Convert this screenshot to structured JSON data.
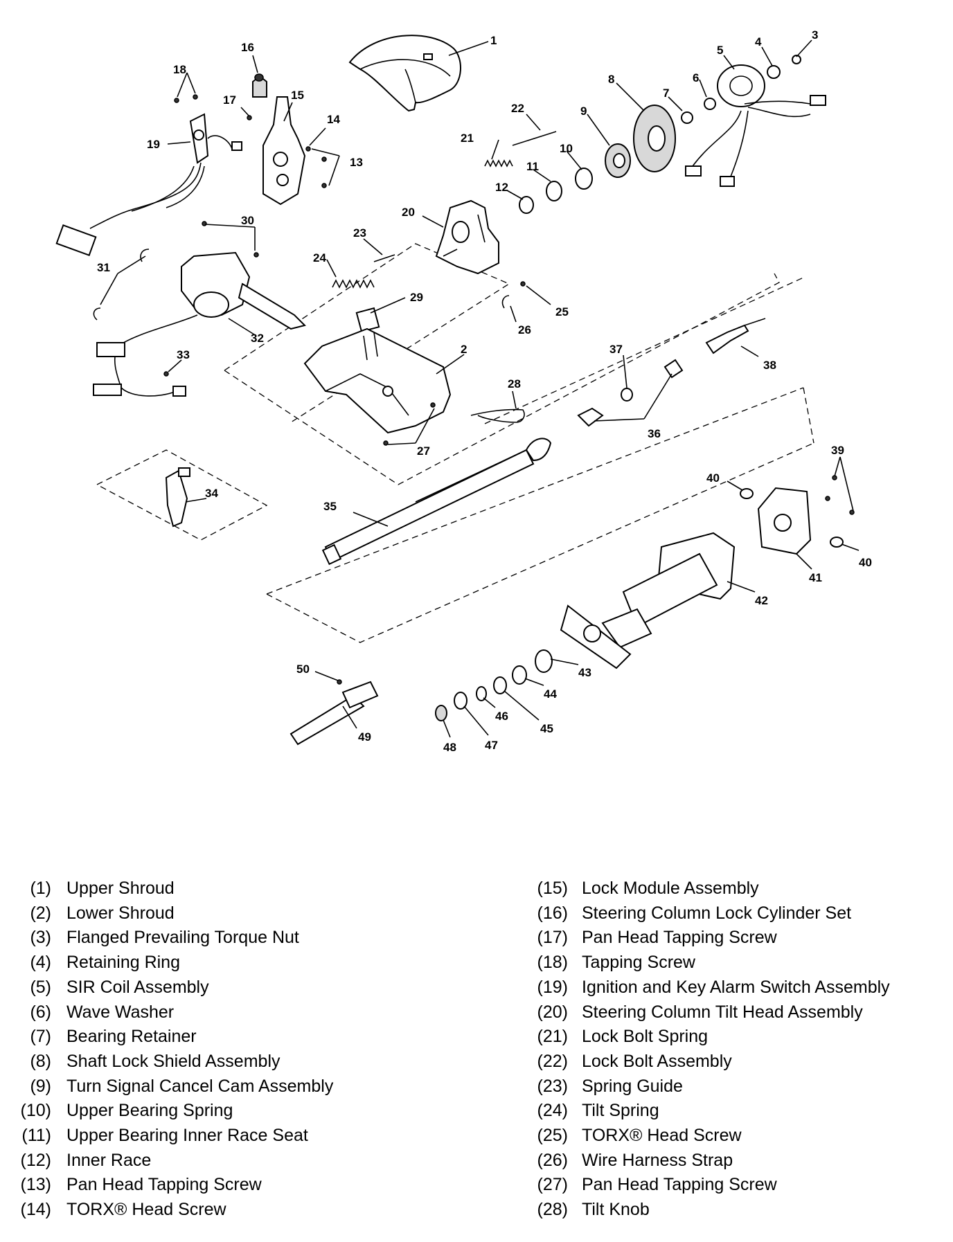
{
  "callouts": [
    "1",
    "2",
    "3",
    "4",
    "5",
    "6",
    "7",
    "8",
    "9",
    "10",
    "11",
    "12",
    "13",
    "14",
    "15",
    "16",
    "17",
    "18",
    "19",
    "20",
    "21",
    "22",
    "23",
    "24",
    "25",
    "26",
    "27",
    "28",
    "29",
    "30",
    "31",
    "32",
    "33",
    "34",
    "35",
    "36",
    "37",
    "38",
    "39",
    "40",
    "40",
    "41",
    "42",
    "43",
    "44",
    "45",
    "46",
    "47",
    "48",
    "49",
    "50"
  ],
  "legend_left": [
    {
      "num": "(1)",
      "label": "Upper Shroud"
    },
    {
      "num": "(2)",
      "label": "Lower Shroud"
    },
    {
      "num": "(3)",
      "label": "Flanged Prevailing Torque Nut"
    },
    {
      "num": "(4)",
      "label": "Retaining Ring"
    },
    {
      "num": "(5)",
      "label": "SIR Coil Assembly"
    },
    {
      "num": "(6)",
      "label": "Wave Washer"
    },
    {
      "num": "(7)",
      "label": "Bearing Retainer"
    },
    {
      "num": "(8)",
      "label": "Shaft Lock Shield Assembly"
    },
    {
      "num": "(9)",
      "label": "Turn Signal Cancel Cam Assembly"
    },
    {
      "num": "(10)",
      "label": "Upper Bearing Spring"
    },
    {
      "num": "(11)",
      "label": "Upper Bearing Inner Race Seat"
    },
    {
      "num": "(12)",
      "label": "Inner Race"
    },
    {
      "num": "(13)",
      "label": "Pan Head Tapping Screw"
    },
    {
      "num": "(14)",
      "label": "TORX® Head Screw"
    }
  ],
  "legend_right": [
    {
      "num": "(15)",
      "label": "Lock Module Assembly"
    },
    {
      "num": "(16)",
      "label": "Steering Column Lock Cylinder Set"
    },
    {
      "num": "(17)",
      "label": "Pan Head Tapping Screw"
    },
    {
      "num": "(18)",
      "label": "Tapping Screw"
    },
    {
      "num": "(19)",
      "label": "Ignition and Key Alarm Switch Assembly"
    },
    {
      "num": "(20)",
      "label": "Steering Column Tilt Head Assembly"
    },
    {
      "num": "(21)",
      "label": "Lock Bolt Spring"
    },
    {
      "num": "(22)",
      "label": "Lock Bolt Assembly"
    },
    {
      "num": "(23)",
      "label": "Spring Guide"
    },
    {
      "num": "(24)",
      "label": "Tilt Spring"
    },
    {
      "num": "(25)",
      "label": "TORX® Head Screw"
    },
    {
      "num": "(26)",
      "label": "Wire Harness Strap"
    },
    {
      "num": "(27)",
      "label": "Pan Head Tapping Screw"
    },
    {
      "num": "(28)",
      "label": "Tilt Knob"
    }
  ]
}
